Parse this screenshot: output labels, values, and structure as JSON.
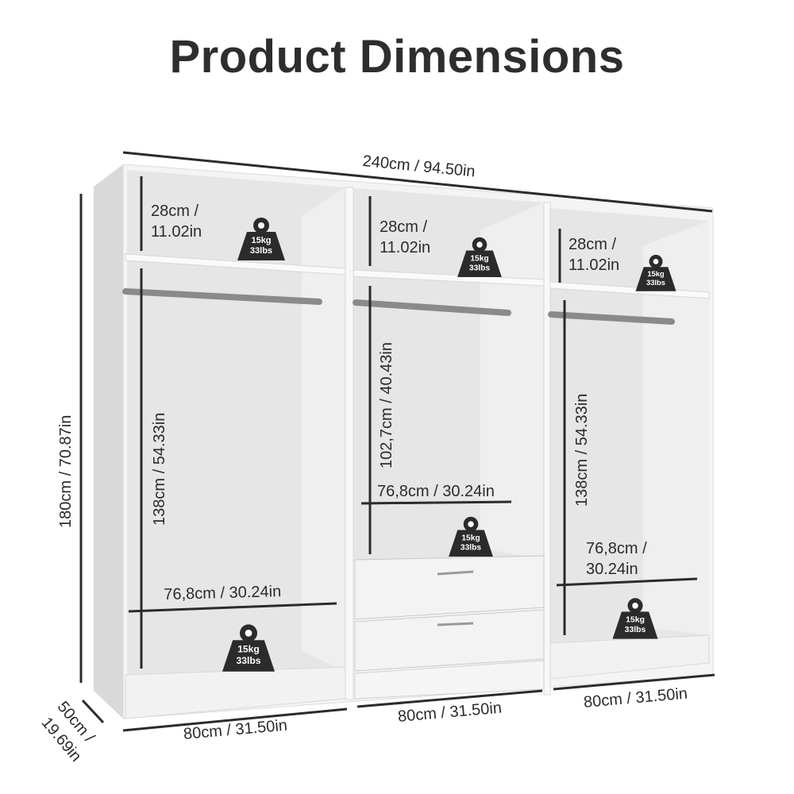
{
  "title": "Product Dimensions",
  "dimensions": {
    "total_width": "240cm / 94.50in",
    "total_height": "180cm / 70.87in",
    "depth_line1": "50cm /",
    "depth_line2": "19.69in",
    "section_widths": [
      "80cm / 31.50in",
      "80cm / 31.50in",
      "80cm / 31.50in"
    ],
    "top_shelf_line1": "28cm /",
    "top_shelf_line2": "11.02in",
    "left_hanging_height": "138cm / 54.33in",
    "middle_hanging_height": "102,7cm / 40.43in",
    "right_hanging_height": "138cm / 54.33in",
    "left_inner_width": "76,8cm / 30.24in",
    "middle_inner_width": "76,8cm / 30.24in",
    "right_inner_width_line1": "76,8cm /",
    "right_inner_width_line2": "30.24in"
  },
  "weights": {
    "kg": "15kg",
    "lbs": "33lbs"
  },
  "colors": {
    "annotation": "#2b2b2b",
    "cabinet": "#f2f2f2",
    "cabinet_interior": "#e4e4e4",
    "rail": "#8a8a8a",
    "weight_badge": "#2b2b2b"
  }
}
